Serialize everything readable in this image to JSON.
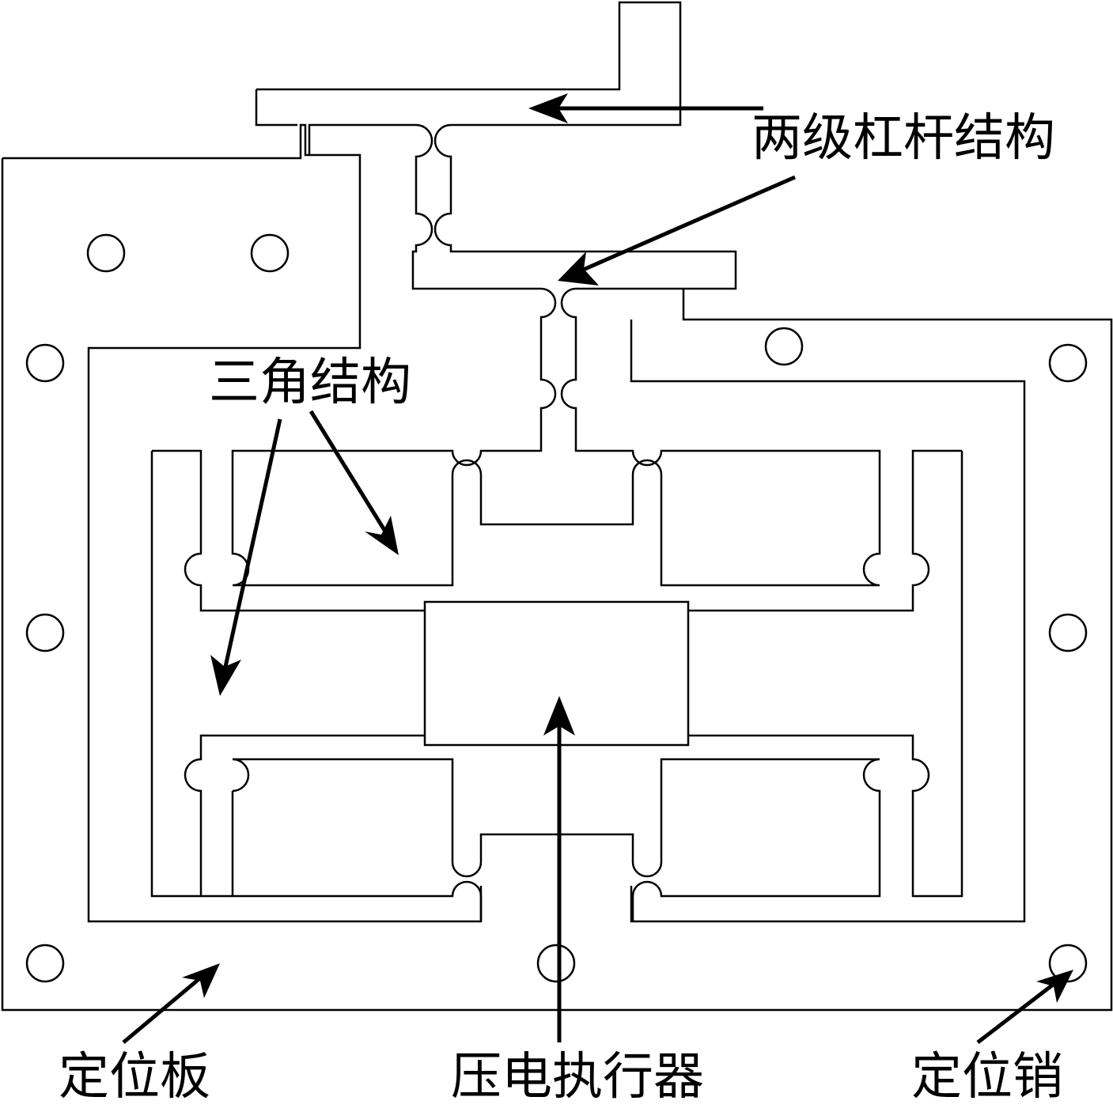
{
  "labels": {
    "two_stage_lever": "两级杠杆结构",
    "triangle_structure": "三角结构",
    "positioning_plate": "定位板",
    "piezo_actuator": "压电执行器",
    "positioning_pin": "定位销"
  },
  "colors": {
    "stroke": "#000000",
    "background": "#ffffff"
  }
}
